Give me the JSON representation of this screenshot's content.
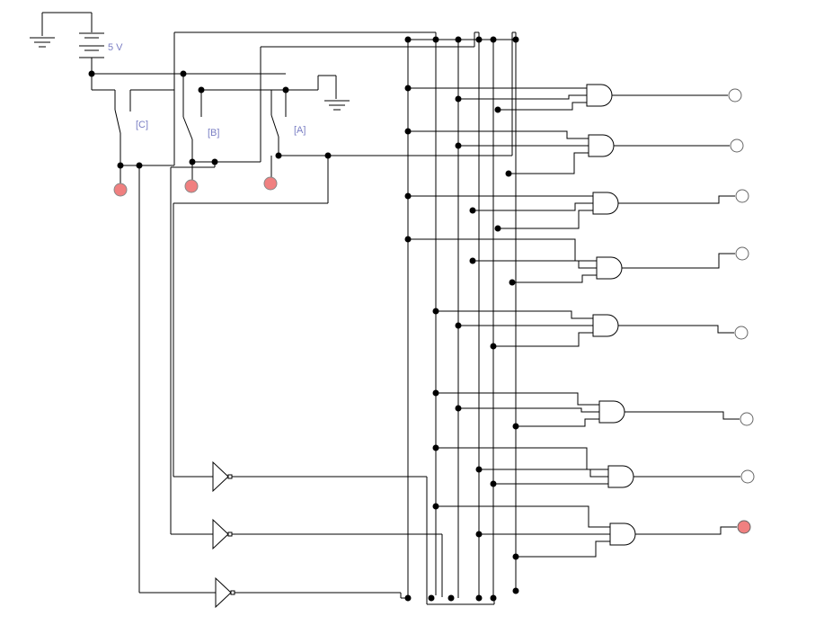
{
  "labels": {
    "battery_voltage": "5 V",
    "switch_c": "[C]",
    "switch_b": "[B]",
    "switch_a": "[A]"
  },
  "colors": {
    "wire": "#000000",
    "label": "#7b7fc4",
    "led_on": "#f08080",
    "led_off": "#ffffff"
  },
  "input_leds": [
    {
      "name": "C",
      "state": "on"
    },
    {
      "name": "B",
      "state": "on"
    },
    {
      "name": "A",
      "state": "on"
    }
  ],
  "output_leds": [
    {
      "index": 0,
      "state": "off"
    },
    {
      "index": 1,
      "state": "off"
    },
    {
      "index": 2,
      "state": "off"
    },
    {
      "index": 3,
      "state": "off"
    },
    {
      "index": 4,
      "state": "off"
    },
    {
      "index": 5,
      "state": "off"
    },
    {
      "index": 6,
      "state": "off"
    },
    {
      "index": 7,
      "state": "on"
    }
  ]
}
